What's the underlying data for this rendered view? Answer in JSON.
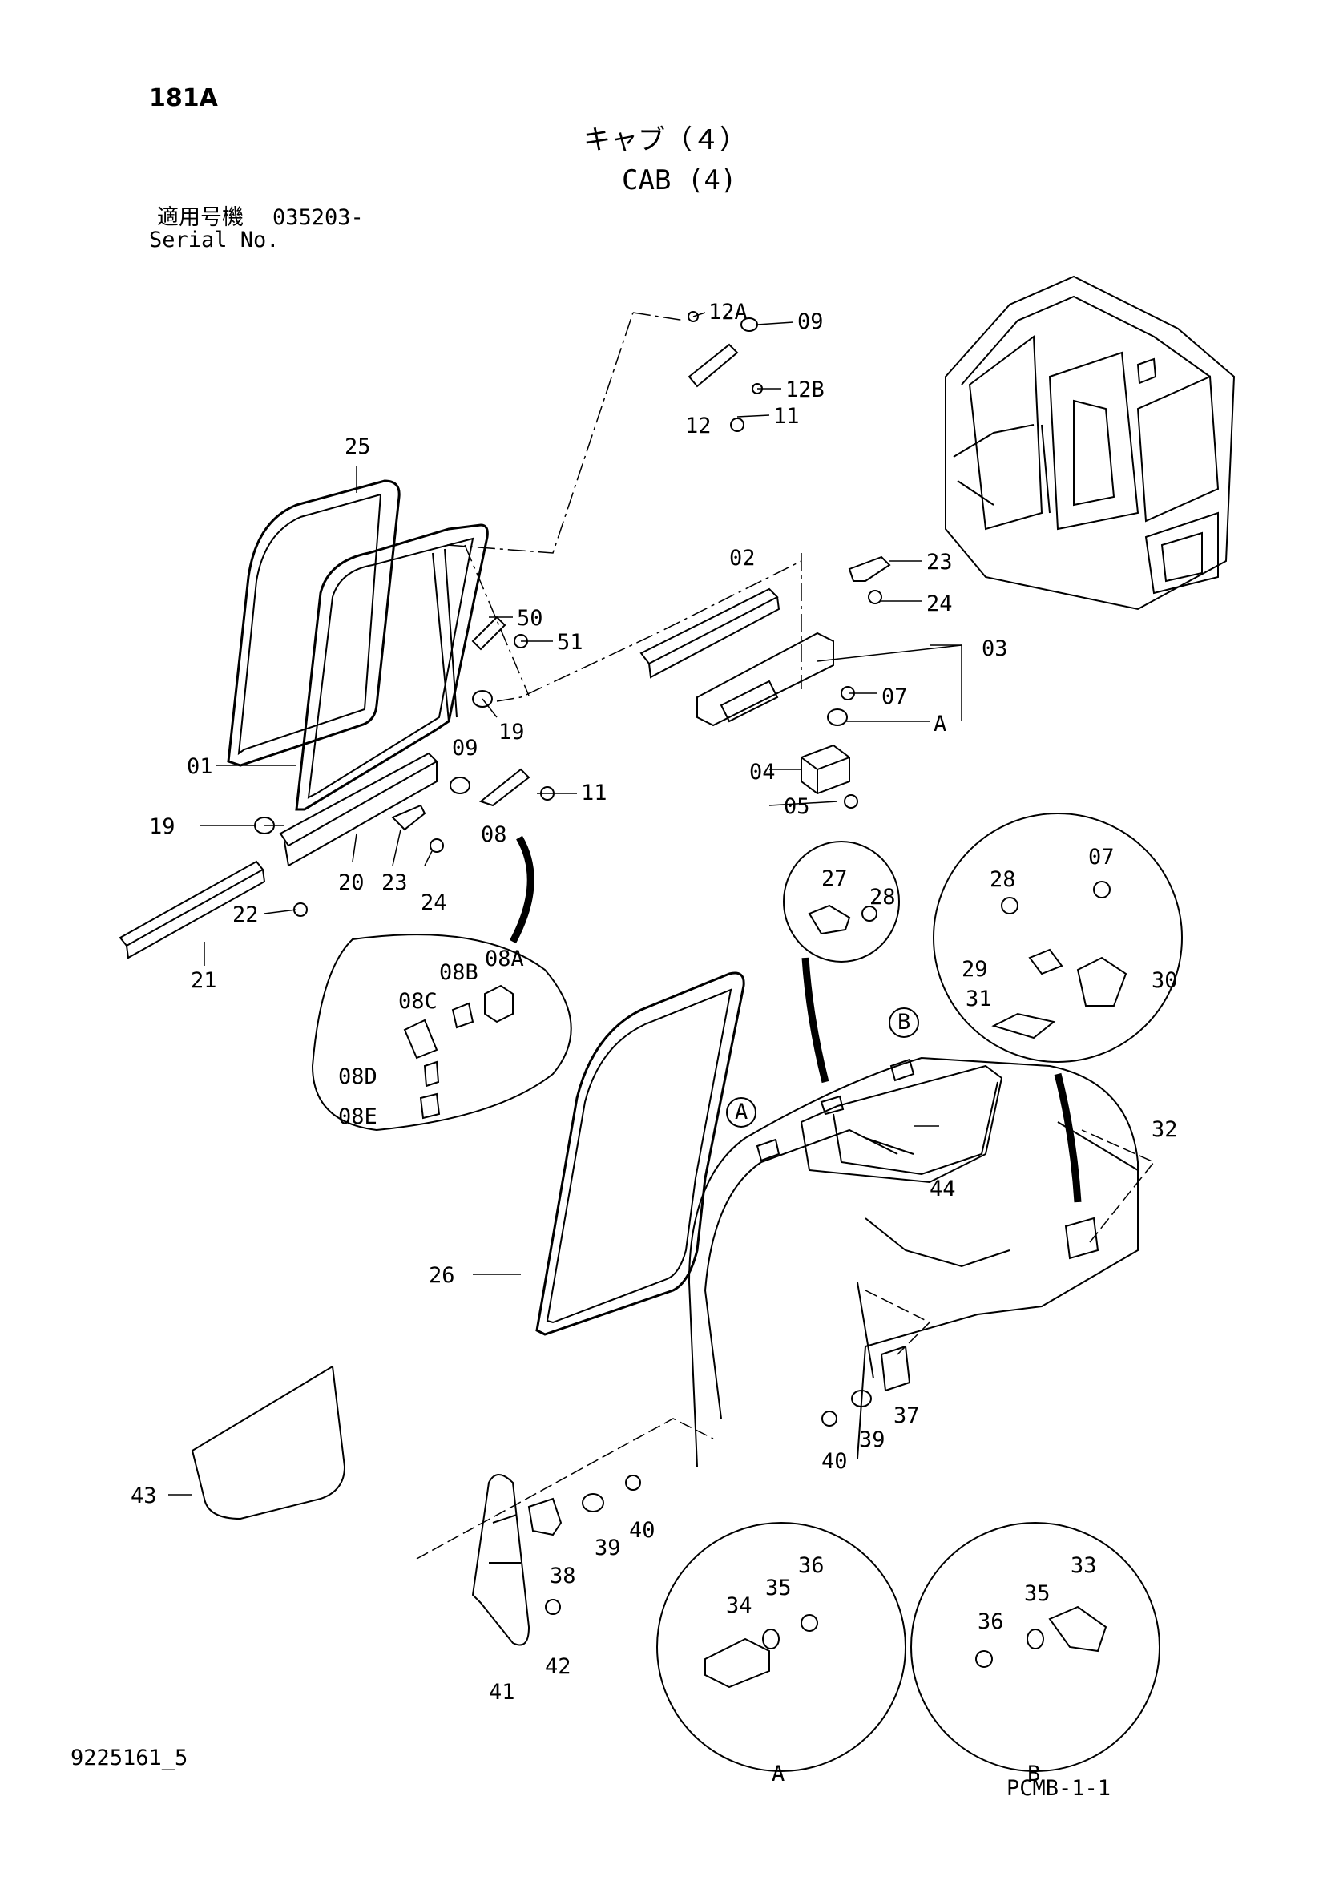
{
  "header": {
    "page_code": "181A",
    "title_jp": "キャブ（４）",
    "title_en": "CAB (4)",
    "serial_label_jp": "適用号機",
    "serial_value": "035203-",
    "serial_label_en": "Serial No."
  },
  "footer": {
    "drawing_number": "9225161_5",
    "page_ref": "PCMB-1-1"
  },
  "callouts": {
    "p12a": "12A",
    "p09a": "09",
    "p12b": "12B",
    "p11a": "11",
    "p12": "12",
    "p25": "25",
    "p50": "50",
    "p51": "51",
    "p19a": "19",
    "p01": "01",
    "p09b": "09",
    "p11b": "11",
    "p08": "08",
    "p19b": "19",
    "p20": "20",
    "p23a": "23",
    "p24a": "24",
    "p22": "22",
    "p21": "21",
    "p02": "02",
    "p23b": "23",
    "p24b": "24",
    "p03": "03",
    "p07a": "07",
    "pA1": "A",
    "p04": "04",
    "p05": "05",
    "p08a": "08A",
    "p08b": "08B",
    "p08c": "08C",
    "p08d": "08D",
    "p08e": "08E",
    "p27": "27",
    "p28a": "28",
    "p28b": "28",
    "p07b": "07",
    "p29": "29",
    "p30": "30",
    "p31": "31",
    "p32": "32",
    "p44": "44",
    "p26": "26",
    "p37": "37",
    "p39a": "39",
    "p40a": "40",
    "p43": "43",
    "p38": "38",
    "p39b": "39",
    "p40b": "40",
    "p41": "41",
    "p42": "42",
    "p34": "34",
    "p35a": "35",
    "p36a": "36",
    "p33": "33",
    "p35b": "35",
    "p36b": "36",
    "circleA": "A",
    "circleB": "B",
    "detailA": "A",
    "detailB": "B"
  }
}
